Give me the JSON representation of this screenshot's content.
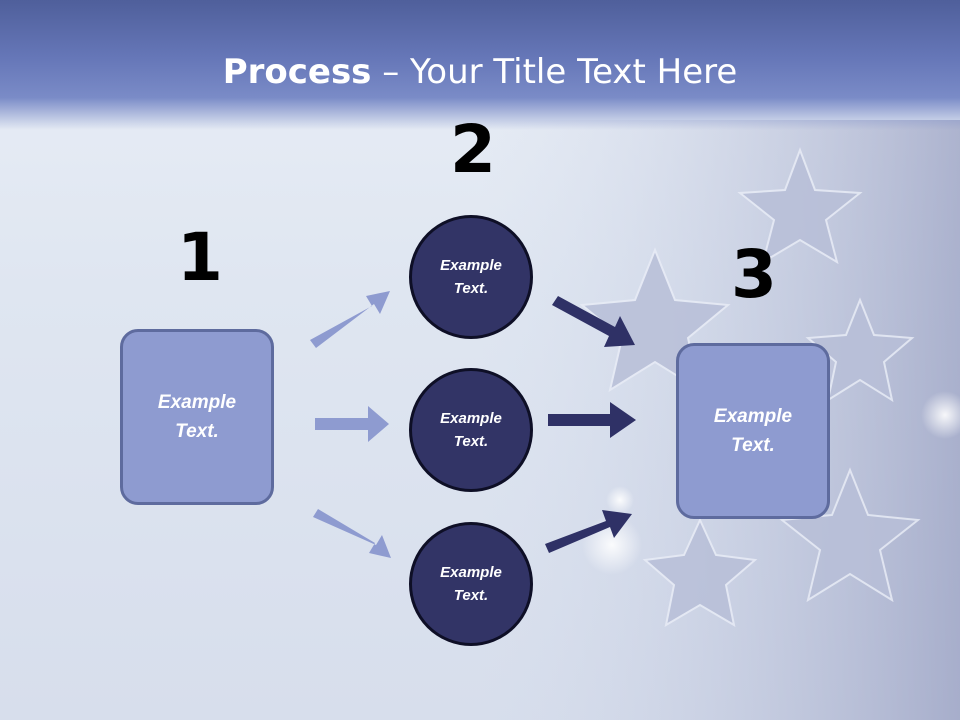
{
  "title": {
    "bold": "Process",
    "rest": " – Your Title Text Here"
  },
  "steps": [
    {
      "number": "1",
      "label": "Example\nText."
    },
    {
      "number": "2",
      "labels": [
        "Example\nText.",
        "Example\nText.",
        "Example\nText."
      ]
    },
    {
      "number": "3",
      "label": "Example\nText."
    }
  ],
  "colors": {
    "title_band": "#6677b8",
    "box_fill": "#8e9bd0",
    "circle_fill": "#323466",
    "light_arrow": "#8e9bd0",
    "dark_arrow": "#2f3166"
  }
}
